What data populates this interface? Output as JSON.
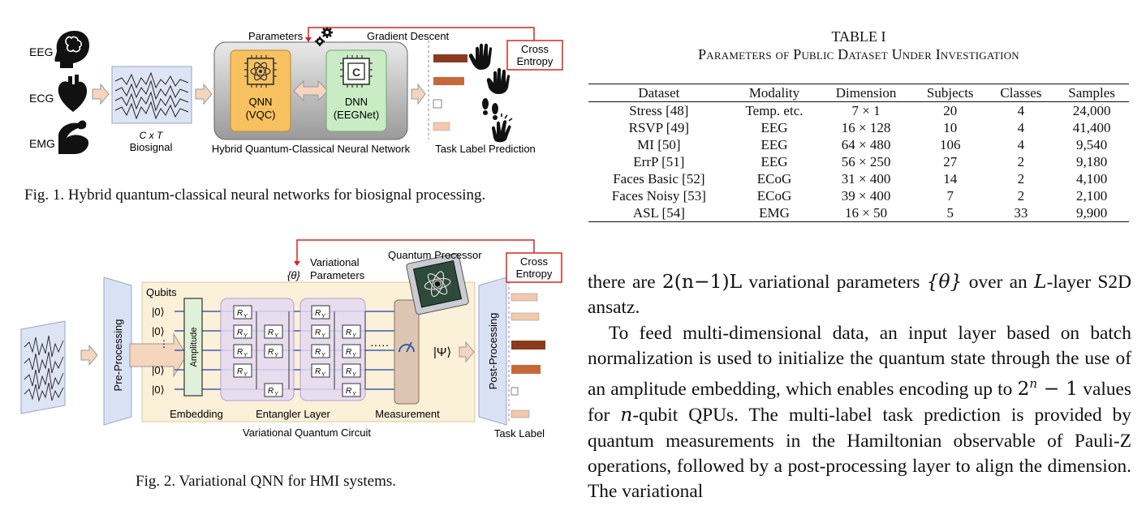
{
  "fig1": {
    "inputs": [
      "EEG",
      "ECG",
      "EMG"
    ],
    "biosignal_dims": "C x T",
    "biosignal_label": "Biosignal",
    "parameters_label": "Parameters",
    "gradient_label": "Gradient Descent",
    "qnn_title": "QNN",
    "qnn_sub": "(VQC)",
    "dnn_title": "DNN",
    "dnn_sub": "(EEGNet)",
    "hybrid_label": "Hybrid Quantum-Classical Neural Network",
    "cross_entropy_1": "Cross",
    "cross_entropy_2": "Entropy",
    "prediction_label": "Task Label Prediction",
    "caption": "Fig. 1.  Hybrid quantum-classical neural networks for biosignal processing."
  },
  "fig2": {
    "qubits_label": "Qubits",
    "ket0": "|0⟩",
    "amplitude": "Amplitude",
    "ry": "R",
    "ry_sub": "Y",
    "theta": "{θ}",
    "variational_1": "Variational",
    "variational_2": "Parameters",
    "processor_label": "Quantum Processor",
    "psi": "|Ψ⟩",
    "pre": "Pre-Processing",
    "post": "Post-Processing",
    "embedding": "Embedding",
    "entangler": "Entangler Layer",
    "measurement": "Measurement",
    "circuit_label": "Variational Quantum Circuit",
    "cross_entropy_1": "Cross",
    "cross_entropy_2": "Entropy",
    "task_label": "Task Label",
    "caption": "Fig. 2.  Variational QNN for HMI systems."
  },
  "table": {
    "title": "TABLE I",
    "subtitle": "Parameters of Public Dataset Under Investigation",
    "headers": [
      "Dataset",
      "Modality",
      "Dimension",
      "Subjects",
      "Classes",
      "Samples"
    ],
    "rows": [
      [
        "Stress [48]",
        "Temp. etc.",
        "7 × 1",
        "20",
        "4",
        "24,000"
      ],
      [
        "RSVP [49]",
        "EEG",
        "16 × 128",
        "10",
        "4",
        "41,400"
      ],
      [
        "MI [50]",
        "EEG",
        "64 × 480",
        "106",
        "4",
        "9,540"
      ],
      [
        "ErrP [51]",
        "EEG",
        "56 × 250",
        "27",
        "2",
        "9,180"
      ],
      [
        "Faces Basic [52]",
        "ECoG",
        "31 × 400",
        "14",
        "2",
        "4,100"
      ],
      [
        "Faces Noisy [53]",
        "ECoG",
        "39 × 400",
        "7",
        "2",
        "2,100"
      ],
      [
        "ASL [54]",
        "EMG",
        "16 × 50",
        "5",
        "33",
        "9,900"
      ]
    ]
  },
  "body": {
    "p1_a": "there are ",
    "p1_math1": "2(n−1)L",
    "p1_b": " variational parameters ",
    "p1_math2": "{θ}",
    "p1_c": " over an ",
    "p1_math3": "L",
    "p1_d": "-layer S2D ansatz.",
    "p2_a": "To feed multi-dimensional data, an input layer based on batch normalization is used to initialize the quantum state through the use of an amplitude embedding, which enables encoding up to ",
    "p2_math1": "2",
    "p2_sup": "n",
    "p2_math2": " − 1",
    "p2_b": " values for ",
    "p2_math3": "n",
    "p2_c": "-qubit QPUs. The multi-label task prediction is provided by quantum measurements in the Hamiltonian observable of Pauli-Z operations, followed by a post-processing layer to align the dimension. The variational"
  },
  "colors": {
    "accent_red": "#d7261e",
    "bar_dark": "#8b3a1d",
    "bar_mid": "#c8683a",
    "bar_light": "#f2c9ad",
    "qnn_fill": "#f7c160",
    "dnn_fill": "#c9ecc4",
    "panel_blue": "#d9e1f4",
    "circuit_bg": "#fbf0d8"
  }
}
